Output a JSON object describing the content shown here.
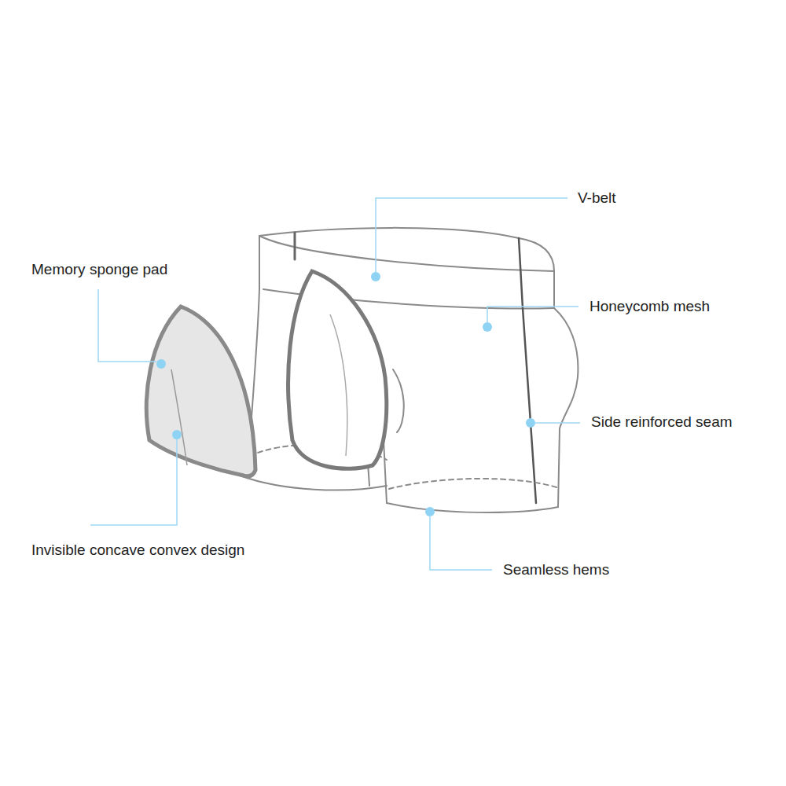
{
  "diagram": {
    "labels": [
      "V-belt",
      "Memory sponge pad",
      "Honeycomb mesh",
      "Side reinforced seam",
      "Invisible concave convex design",
      "Seamless hems"
    ]
  }
}
